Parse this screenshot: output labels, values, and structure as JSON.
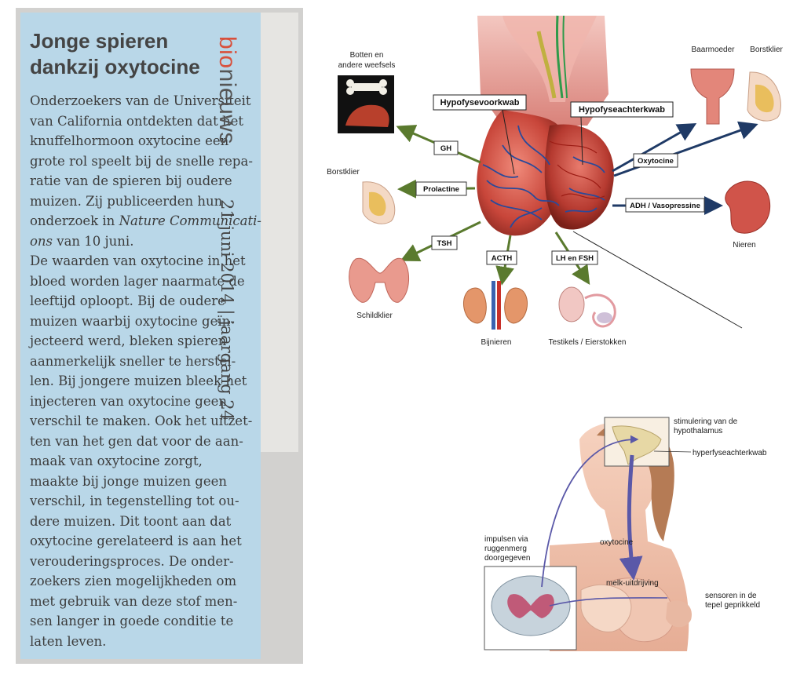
{
  "article": {
    "title_lines": [
      "Jonge spieren",
      "dankzij oxytocine"
    ],
    "brand_bio": "bio",
    "brand_rest": "nieuws",
    "date": "21 juni 2014 | jaargang 24",
    "body_lines": [
      "Onderzoekers van de Universiteit",
      "van California ontdekten dat het",
      "knuffelhormoon oxytocine een",
      "grote rol speelt bij de snelle repa-",
      "ratie van de spieren bij oudere",
      "muizen.  Zij publiceerden hun",
      "onderzoek in ",
      "Nature Communicati-",
      "ons",
      " van 10 juni.",
      "De waarden van oxytocine in het",
      "bloed worden lager naarmate de",
      "leeftijd oploopt.  Bij de oudere",
      "muizen waarbij oxytocine geïn-",
      "jecteerd werd, bleken spieren",
      "aanmerkelijk sneller te herstel-",
      "len.  Bij jongere muizen bleek het",
      "injecteren van oxytocine geen",
      "verschil te maken. Ook het uitzet-",
      "ten van het gen dat voor de aan-",
      "maak van oxytocine zorgt,",
      "maakte bij jonge muizen geen",
      "verschil, in tegenstelling tot ou-",
      "dere muizen. Dit toont aan dat",
      "oxytocine gerelateerd is aan het",
      "verouderingsproces.  De onder-",
      "zoekers zien mogelijkheden om",
      "met gebruik van deze stof men-",
      "sen langer in goede conditie te",
      "laten leven."
    ]
  },
  "pituitary_diagram": {
    "lobes": {
      "anterior": "Hypofysevoorkwab",
      "posterior": "Hypofyseachterkwab"
    },
    "hormones": {
      "gh": "GH",
      "prolactine": "Prolactine",
      "tsh": "TSH",
      "acth": "ACTH",
      "lh_fsh": "LH en FSH",
      "oxytocine": "Oxytocine",
      "adh": "ADH / Vasopressine"
    },
    "targets": {
      "bones_line1": "Botten en",
      "bones_line2": "andere weefsels",
      "breast_left": "Borstklier",
      "thyroid": "Schildklier",
      "adrenal": "Bijnieren",
      "gonads": "Testikels / Eierstokken",
      "uterus": "Baarmoeder",
      "breast_right": "Borstklier",
      "kidneys": "Nieren"
    }
  },
  "reflex_diagram": {
    "stim_line1": "stimulering van de",
    "stim_line2": "hypothalamus",
    "posterior": "hyperfyseachterkwab",
    "oxytocine": "oxytocine",
    "impulses_line1": "impulsen via",
    "impulses_line2": "ruggenmerg",
    "impulses_line3": "doorgegeven",
    "ejection": "melk-uitdrijving",
    "sensors_line1": "sensoren in de",
    "sensors_line2": "tepel geprikkeld"
  },
  "colors": {
    "clipping_blue": "#b9d7e8",
    "brand_bio": "#d8503c",
    "arrow_green": "#5a7a2e",
    "arrow_navy": "#1f3a66",
    "neural_path": "#5a58a8"
  }
}
